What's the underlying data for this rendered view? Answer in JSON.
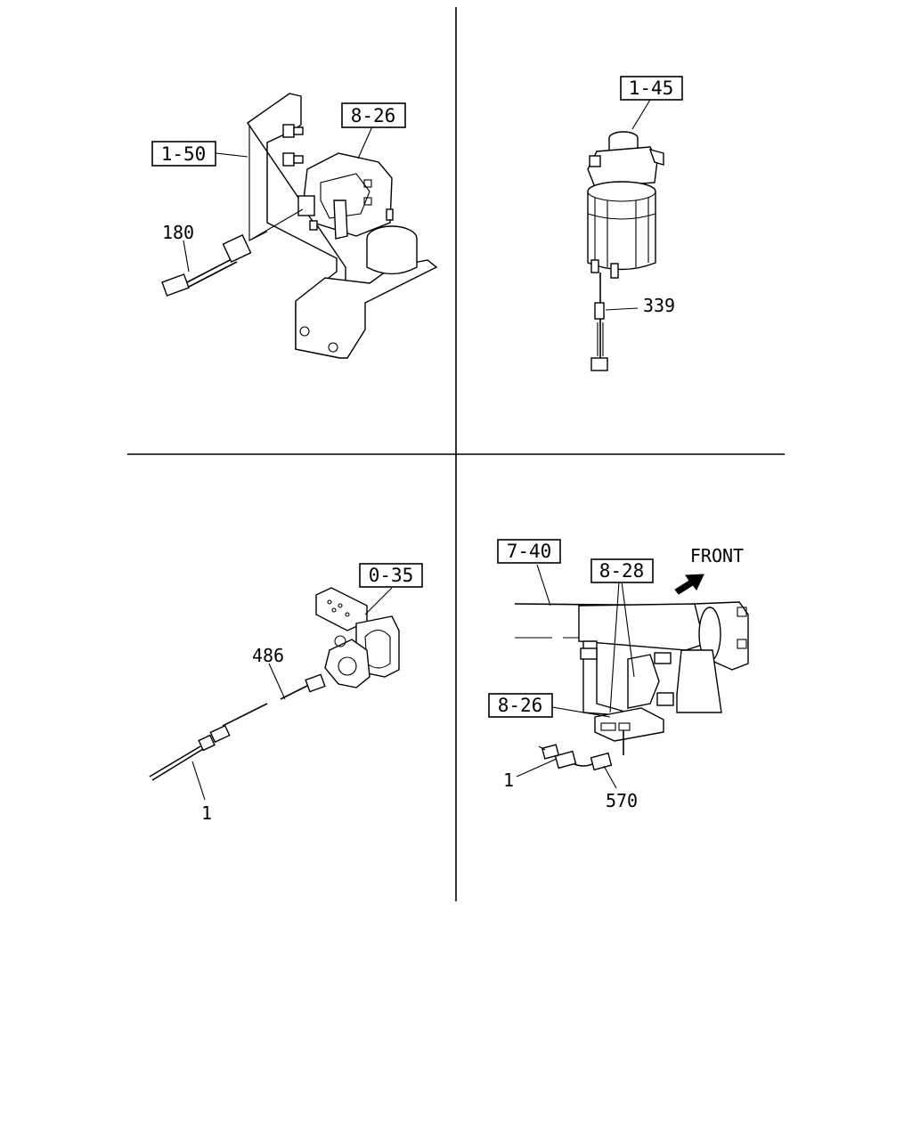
{
  "quadrants": {
    "top_left": {
      "boxed_refs": [
        "1-50",
        "8-26"
      ],
      "callouts": [
        "180"
      ]
    },
    "top_right": {
      "boxed_refs": [
        "1-45"
      ],
      "callouts": [
        "339"
      ]
    },
    "bottom_left": {
      "boxed_refs": [
        "0-35"
      ],
      "callouts": [
        "486",
        "1"
      ]
    },
    "bottom_right": {
      "boxed_refs": [
        "7-40",
        "8-28",
        "8-26"
      ],
      "callouts": [
        "1",
        "570"
      ],
      "direction_label": "FRONT"
    }
  }
}
